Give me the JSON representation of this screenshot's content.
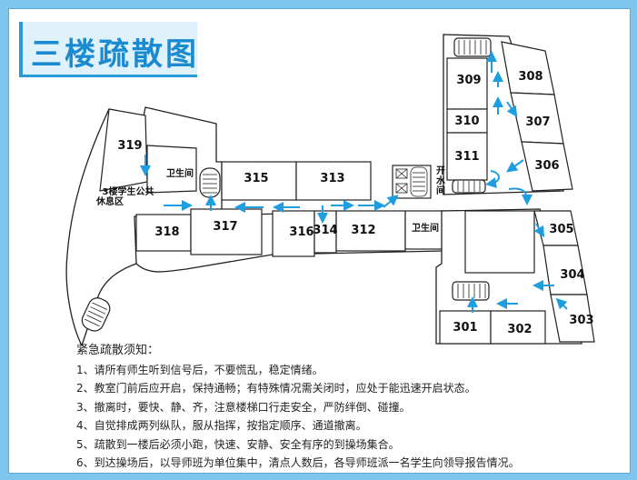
{
  "title": "三楼疏散图",
  "colors": {
    "accent": "#1a8bd0",
    "arrow": "#1e9ee0",
    "border": "#7ec6ee"
  },
  "rooms": {
    "r301": "301",
    "r302": "302",
    "r303": "303",
    "r304": "304",
    "r305": "305",
    "r306": "306",
    "r307": "307",
    "r308": "308",
    "r309": "309",
    "r310": "310",
    "r311": "311",
    "r312": "312",
    "r313": "313",
    "r314": "314",
    "r315": "315",
    "r316": "316",
    "r317": "317",
    "r318": "318",
    "r319": "319"
  },
  "labels": {
    "restroom": "卫生间",
    "rest_area_line1": "3楼学生公共",
    "rest_area_line2": "休息区",
    "water_line1": "开",
    "water_line2": "水",
    "water_line3": "间"
  },
  "notes": {
    "heading": "紧急疏散须知：",
    "items": [
      "1、请所有师生听到信号后，不要慌乱，稳定情绪。",
      "2、教室门前后应开启，保持通畅；有特殊情况需关闭时，应处于能迅速开启状态。",
      "3、撤离时，要快、静、齐，注意楼梯口行走安全，严防绊倒、碰撞。",
      "4、自觉排成两列纵队，服从指挥，按指定顺序、通道撤离。",
      "5、疏散到一楼后必须小跑，快速、安静、安全有序的到操场集合。",
      "6、到达操场后，以导师班为单位集中，清点人数后，各导师班派一名学生向领导报告情况。"
    ]
  }
}
